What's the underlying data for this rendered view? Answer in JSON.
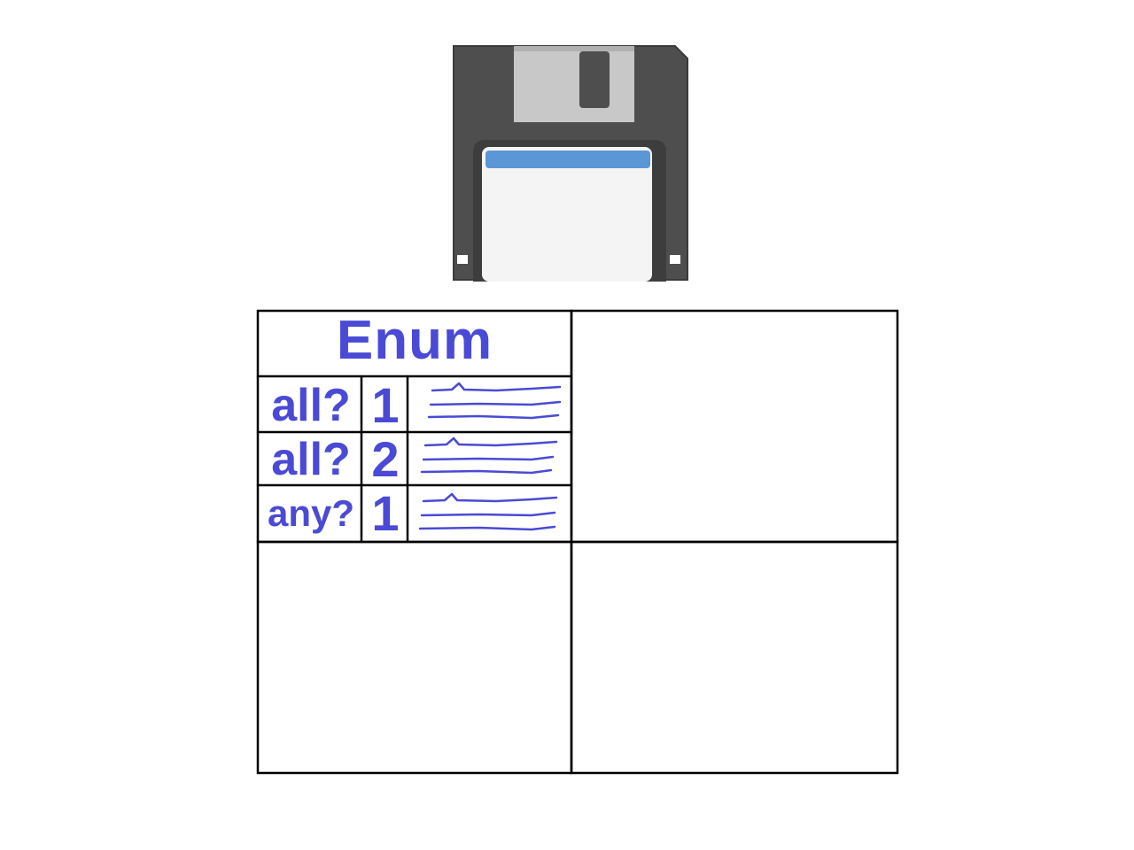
{
  "save_icon": {
    "icon": "floppy-disk-icon",
    "body_color": "#4e4e4e",
    "shutter_color": "#c8c8c8",
    "label_stripe_color": "#5b96d6",
    "label_color": "#f4f4f4"
  },
  "sketch": {
    "ink_color": "#4a4ad6",
    "line_color": "#000000",
    "title": "Enum",
    "rows": [
      {
        "method": "all?",
        "count": "1"
      },
      {
        "method": "all?",
        "count": "2"
      },
      {
        "method": "any?",
        "count": "1"
      }
    ]
  }
}
